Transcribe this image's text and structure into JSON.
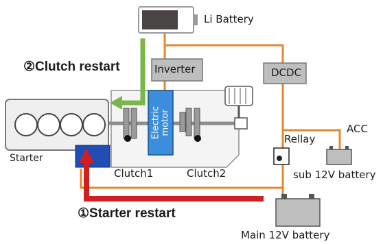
{
  "labels": {
    "li_battery": "Li Battery",
    "inverter": "Inverter",
    "dcdc": "DCDC",
    "clutch_restart": "②Clutch restart",
    "starter": "Starter",
    "electric_motor_line1": "Electric",
    "electric_motor_line2": "motor",
    "clutch1": "Clutch1",
    "clutch2": "Clutch2",
    "rellay": "Rellay",
    "acc": "ACC",
    "sub_battery": "sub 12V battery",
    "starter_restart": "①Starter restart",
    "main_battery": "Main 12V battery"
  },
  "colors": {
    "orange_wire": "#E8862E",
    "green_arrow": "#7AB648",
    "red_arrow": "#D11F1F",
    "motor_blue": "#3C8DDB",
    "starter_blue": "#1F4FB5",
    "box_gray": "#BEBEBE"
  }
}
